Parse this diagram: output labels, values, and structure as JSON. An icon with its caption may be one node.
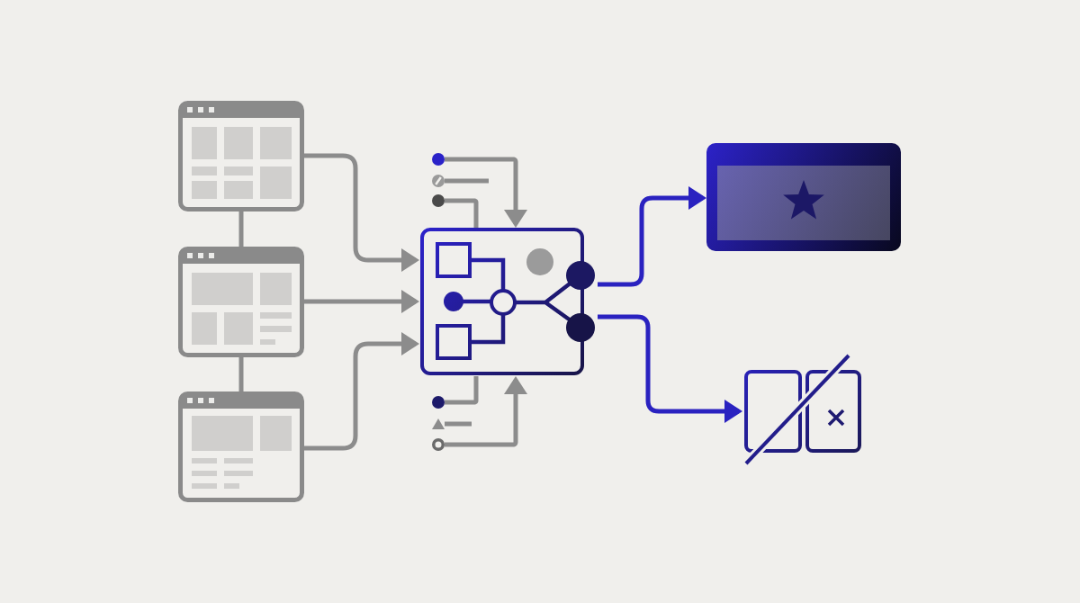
{
  "diagram": {
    "nodes": [
      {
        "text": [],
        "shape": "picture"
      },
      {
        "text": [],
        "shape": "picture"
      },
      {
        "text": [],
        "shape": "picture"
      },
      {
        "text": [],
        "shape": "circle"
      },
      {
        "text": [],
        "shape": "circle"
      },
      {
        "text": [],
        "shape": "circle"
      },
      {
        "text": [],
        "shape": "box"
      },
      {
        "text": [],
        "shape": "circle"
      },
      {
        "text": [],
        "shape": "triangle"
      },
      {
        "text": [],
        "shape": "circle"
      },
      {
        "text": [],
        "shape": "box"
      },
      {
        "text": [],
        "shape": "picture"
      }
    ],
    "edges": [
      {
        "from": 0,
        "to": 6,
        "arrow": "to"
      },
      {
        "from": 1,
        "to": 6,
        "arrow": "to"
      },
      {
        "from": 2,
        "to": 6,
        "arrow": "to"
      },
      {
        "from": 0,
        "to": 1,
        "arrow": "none"
      },
      {
        "from": 1,
        "to": 2,
        "arrow": "none"
      },
      {
        "from": 3,
        "to": 6,
        "arrow": "to"
      },
      {
        "from": 4,
        "to": null,
        "arrow": "none"
      },
      {
        "from": 5,
        "to": 6,
        "arrow": "none"
      },
      {
        "from": 7,
        "to": 6,
        "arrow": "none"
      },
      {
        "from": 8,
        "to": null,
        "arrow": "none"
      },
      {
        "from": 9,
        "to": 6,
        "arrow": "to"
      },
      {
        "from": 6,
        "to": 10,
        "arrow": "to",
        "color": "#2a22c0"
      },
      {
        "from": 6,
        "to": 11,
        "arrow": "to",
        "color": "#2a22c0"
      }
    ]
  }
}
